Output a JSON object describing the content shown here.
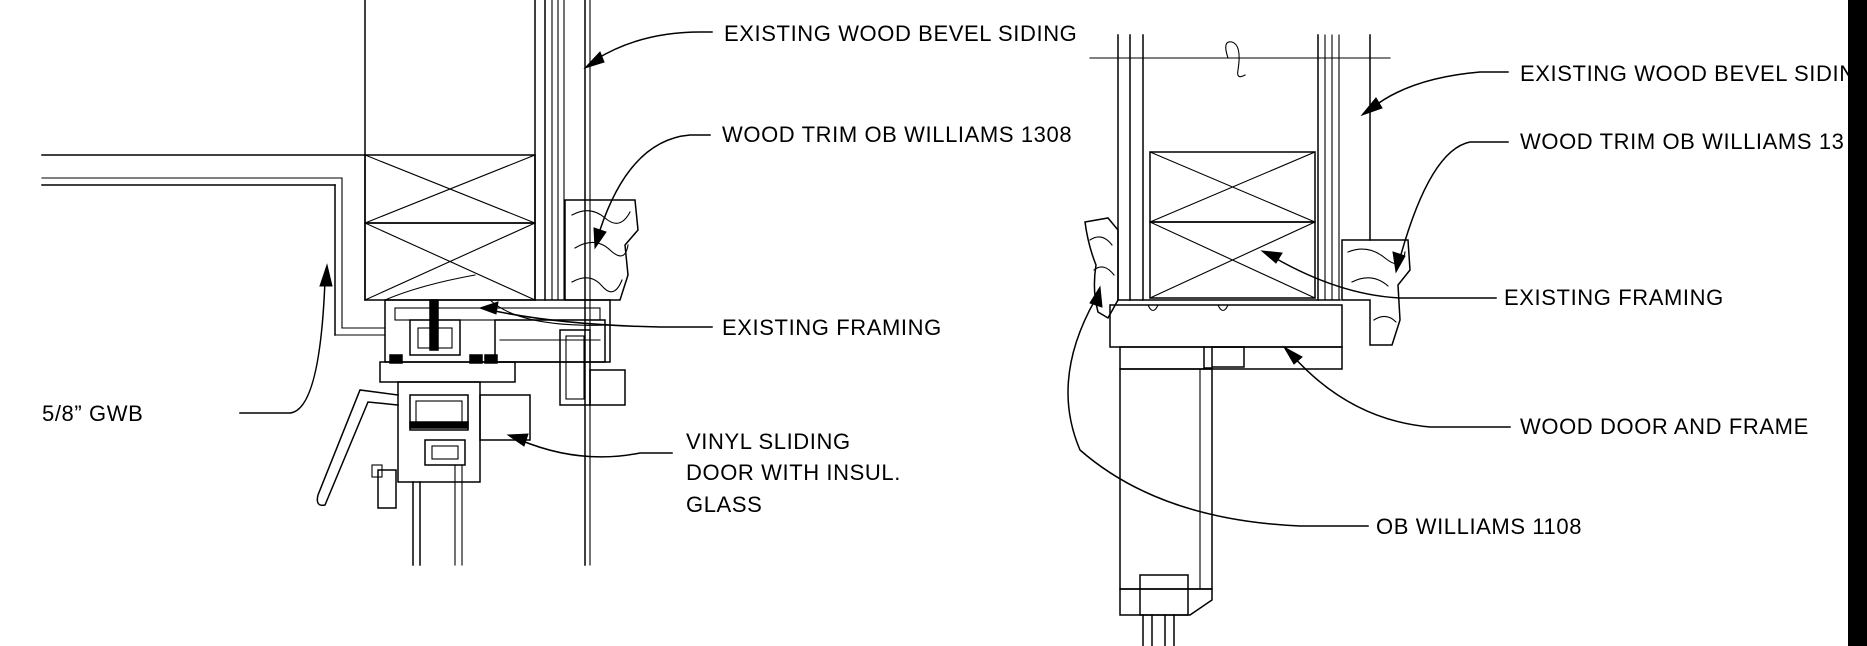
{
  "left_detail": {
    "labels": {
      "siding": "EXISTING WOOD BEVEL SIDING",
      "trim": "WOOD TRIM OB WILLIAMS 1308",
      "framing": "EXISTING FRAMING",
      "gwb": "5/8” GWB",
      "door_line1": "VINYL SLIDING",
      "door_line2": "DOOR WITH INSUL.",
      "door_line3": "GLASS"
    }
  },
  "right_detail": {
    "labels": {
      "siding": "EXISTING WOOD BEVEL SIDIN",
      "trim": "WOOD TRIM OB WILLIAMS 13",
      "framing": "EXISTING FRAMING",
      "door": "WOOD DOOR AND FRAME",
      "ob": "OB WILLIAMS 1108"
    }
  },
  "colors": {
    "ink": "#000000",
    "paper": "#ffffff"
  }
}
